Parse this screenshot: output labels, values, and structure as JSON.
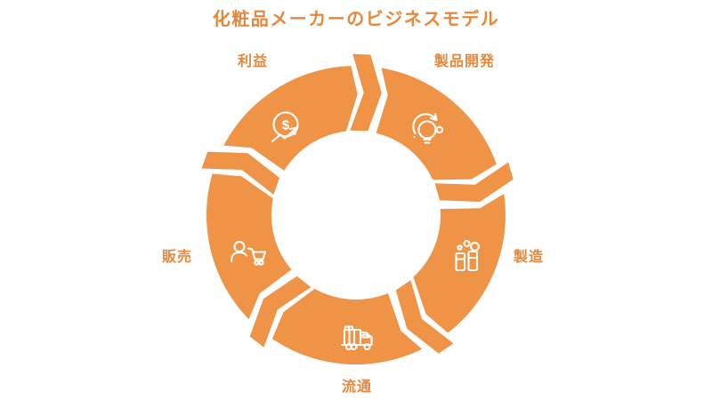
{
  "title": "化粧品メーカーのビジネスモデル",
  "diagram": {
    "type": "cycle",
    "direction": "clockwise",
    "steps": [
      {
        "label": "製品開発",
        "icon": "lightbulb-idea-icon"
      },
      {
        "label": "製造",
        "icon": "cosmetic-bottles-icon"
      },
      {
        "label": "流通",
        "icon": "delivery-truck-icon"
      },
      {
        "label": "販売",
        "icon": "customer-shopping-cart-icon"
      },
      {
        "label": "利益",
        "icon": "dollar-growth-icon"
      }
    ],
    "icon_glyphs": {
      "dollar": "$"
    }
  },
  "colors": {
    "ring_orange": "#EF9347",
    "text_orange": "#E6873C",
    "icon_white": "#FFFFFF",
    "background": "#FFFFFF"
  }
}
